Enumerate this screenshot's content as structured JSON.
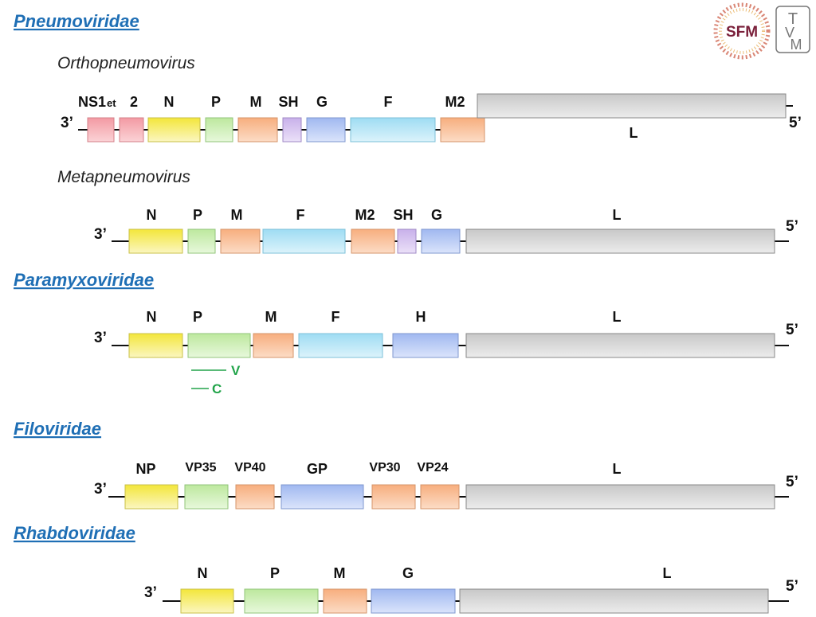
{
  "colors": {
    "NS": "#f6b2b8",
    "N": "#f7ef72",
    "P": "#cdf0b5",
    "M": "#f9c39c",
    "SH": "#d6c2ee",
    "G": "#b6c8f4",
    "F": "#b4e6f6",
    "M2": "#f9c39c",
    "L": "#d2d2d2",
    "H": "#b6c8f4",
    "NP": "#f7ef72",
    "VP35": "#cdf0b5",
    "VP40": "#f9c39c",
    "GP": "#b6c8f4",
    "VP30": "#f9c39c",
    "VP24": "#f9c39c",
    "family": "#1f6fb5",
    "subgene": "#22a44a"
  },
  "logos": {
    "sfm": {
      "text": "SFM",
      "icon": "sfm-logo"
    },
    "tvm": {
      "letters": [
        "T",
        "V",
        "M"
      ],
      "icon": "tvm-logo"
    }
  },
  "families": [
    {
      "name": "Pneumoviridae"
    },
    {
      "name": "Paramyxoviridae"
    },
    {
      "name": "Filoviridae"
    },
    {
      "name": "Rhabdoviridae"
    }
  ],
  "genera": [
    {
      "name": "Orthopneumovirus"
    },
    {
      "name": "Metapneumovirus"
    }
  ],
  "genomes": [
    {
      "id": "orthopneumovirus",
      "end3": "3’",
      "end5": "5’",
      "genes": [
        {
          "label": "NS1",
          "color": "NS"
        },
        {
          "label": "2",
          "color": "NS"
        },
        {
          "label": "N",
          "color": "N"
        },
        {
          "label": "P",
          "color": "P"
        },
        {
          "label": "M",
          "color": "M"
        },
        {
          "label": "SH",
          "color": "SH"
        },
        {
          "label": "G",
          "color": "G"
        },
        {
          "label": "F",
          "color": "F"
        },
        {
          "label": "M2",
          "color": "M2"
        },
        {
          "label": "L",
          "color": "L"
        }
      ],
      "extra_label": "et"
    },
    {
      "id": "metapneumovirus",
      "end3": "3’",
      "end5": "5’",
      "genes": [
        {
          "label": "N",
          "color": "N"
        },
        {
          "label": "P",
          "color": "P"
        },
        {
          "label": "M",
          "color": "M"
        },
        {
          "label": "F",
          "color": "F"
        },
        {
          "label": "M2",
          "color": "M2"
        },
        {
          "label": "SH",
          "color": "SH"
        },
        {
          "label": "G",
          "color": "G"
        },
        {
          "label": "L",
          "color": "L"
        }
      ]
    },
    {
      "id": "paramyxoviridae",
      "end3": "3’",
      "end5": "5’",
      "genes": [
        {
          "label": "N",
          "color": "N"
        },
        {
          "label": "P",
          "color": "P"
        },
        {
          "label": "M",
          "color": "M"
        },
        {
          "label": "F",
          "color": "F"
        },
        {
          "label": "H",
          "color": "H"
        },
        {
          "label": "L",
          "color": "L"
        }
      ],
      "subgenes": [
        "V",
        "C"
      ]
    },
    {
      "id": "filoviridae",
      "end3": "3’",
      "end5": "5’",
      "genes": [
        {
          "label": "NP",
          "color": "NP"
        },
        {
          "label": "VP35",
          "color": "VP35"
        },
        {
          "label": "VP40",
          "color": "VP40"
        },
        {
          "label": "GP",
          "color": "GP"
        },
        {
          "label": "VP30",
          "color": "VP30"
        },
        {
          "label": "VP24",
          "color": "VP24"
        },
        {
          "label": "L",
          "color": "L"
        }
      ]
    },
    {
      "id": "rhabdoviridae",
      "end3": "3’",
      "end5": "5’",
      "genes": [
        {
          "label": "N",
          "color": "N"
        },
        {
          "label": "P",
          "color": "P"
        },
        {
          "label": "M",
          "color": "M"
        },
        {
          "label": "G",
          "color": "G"
        },
        {
          "label": "L",
          "color": "L"
        }
      ]
    }
  ]
}
